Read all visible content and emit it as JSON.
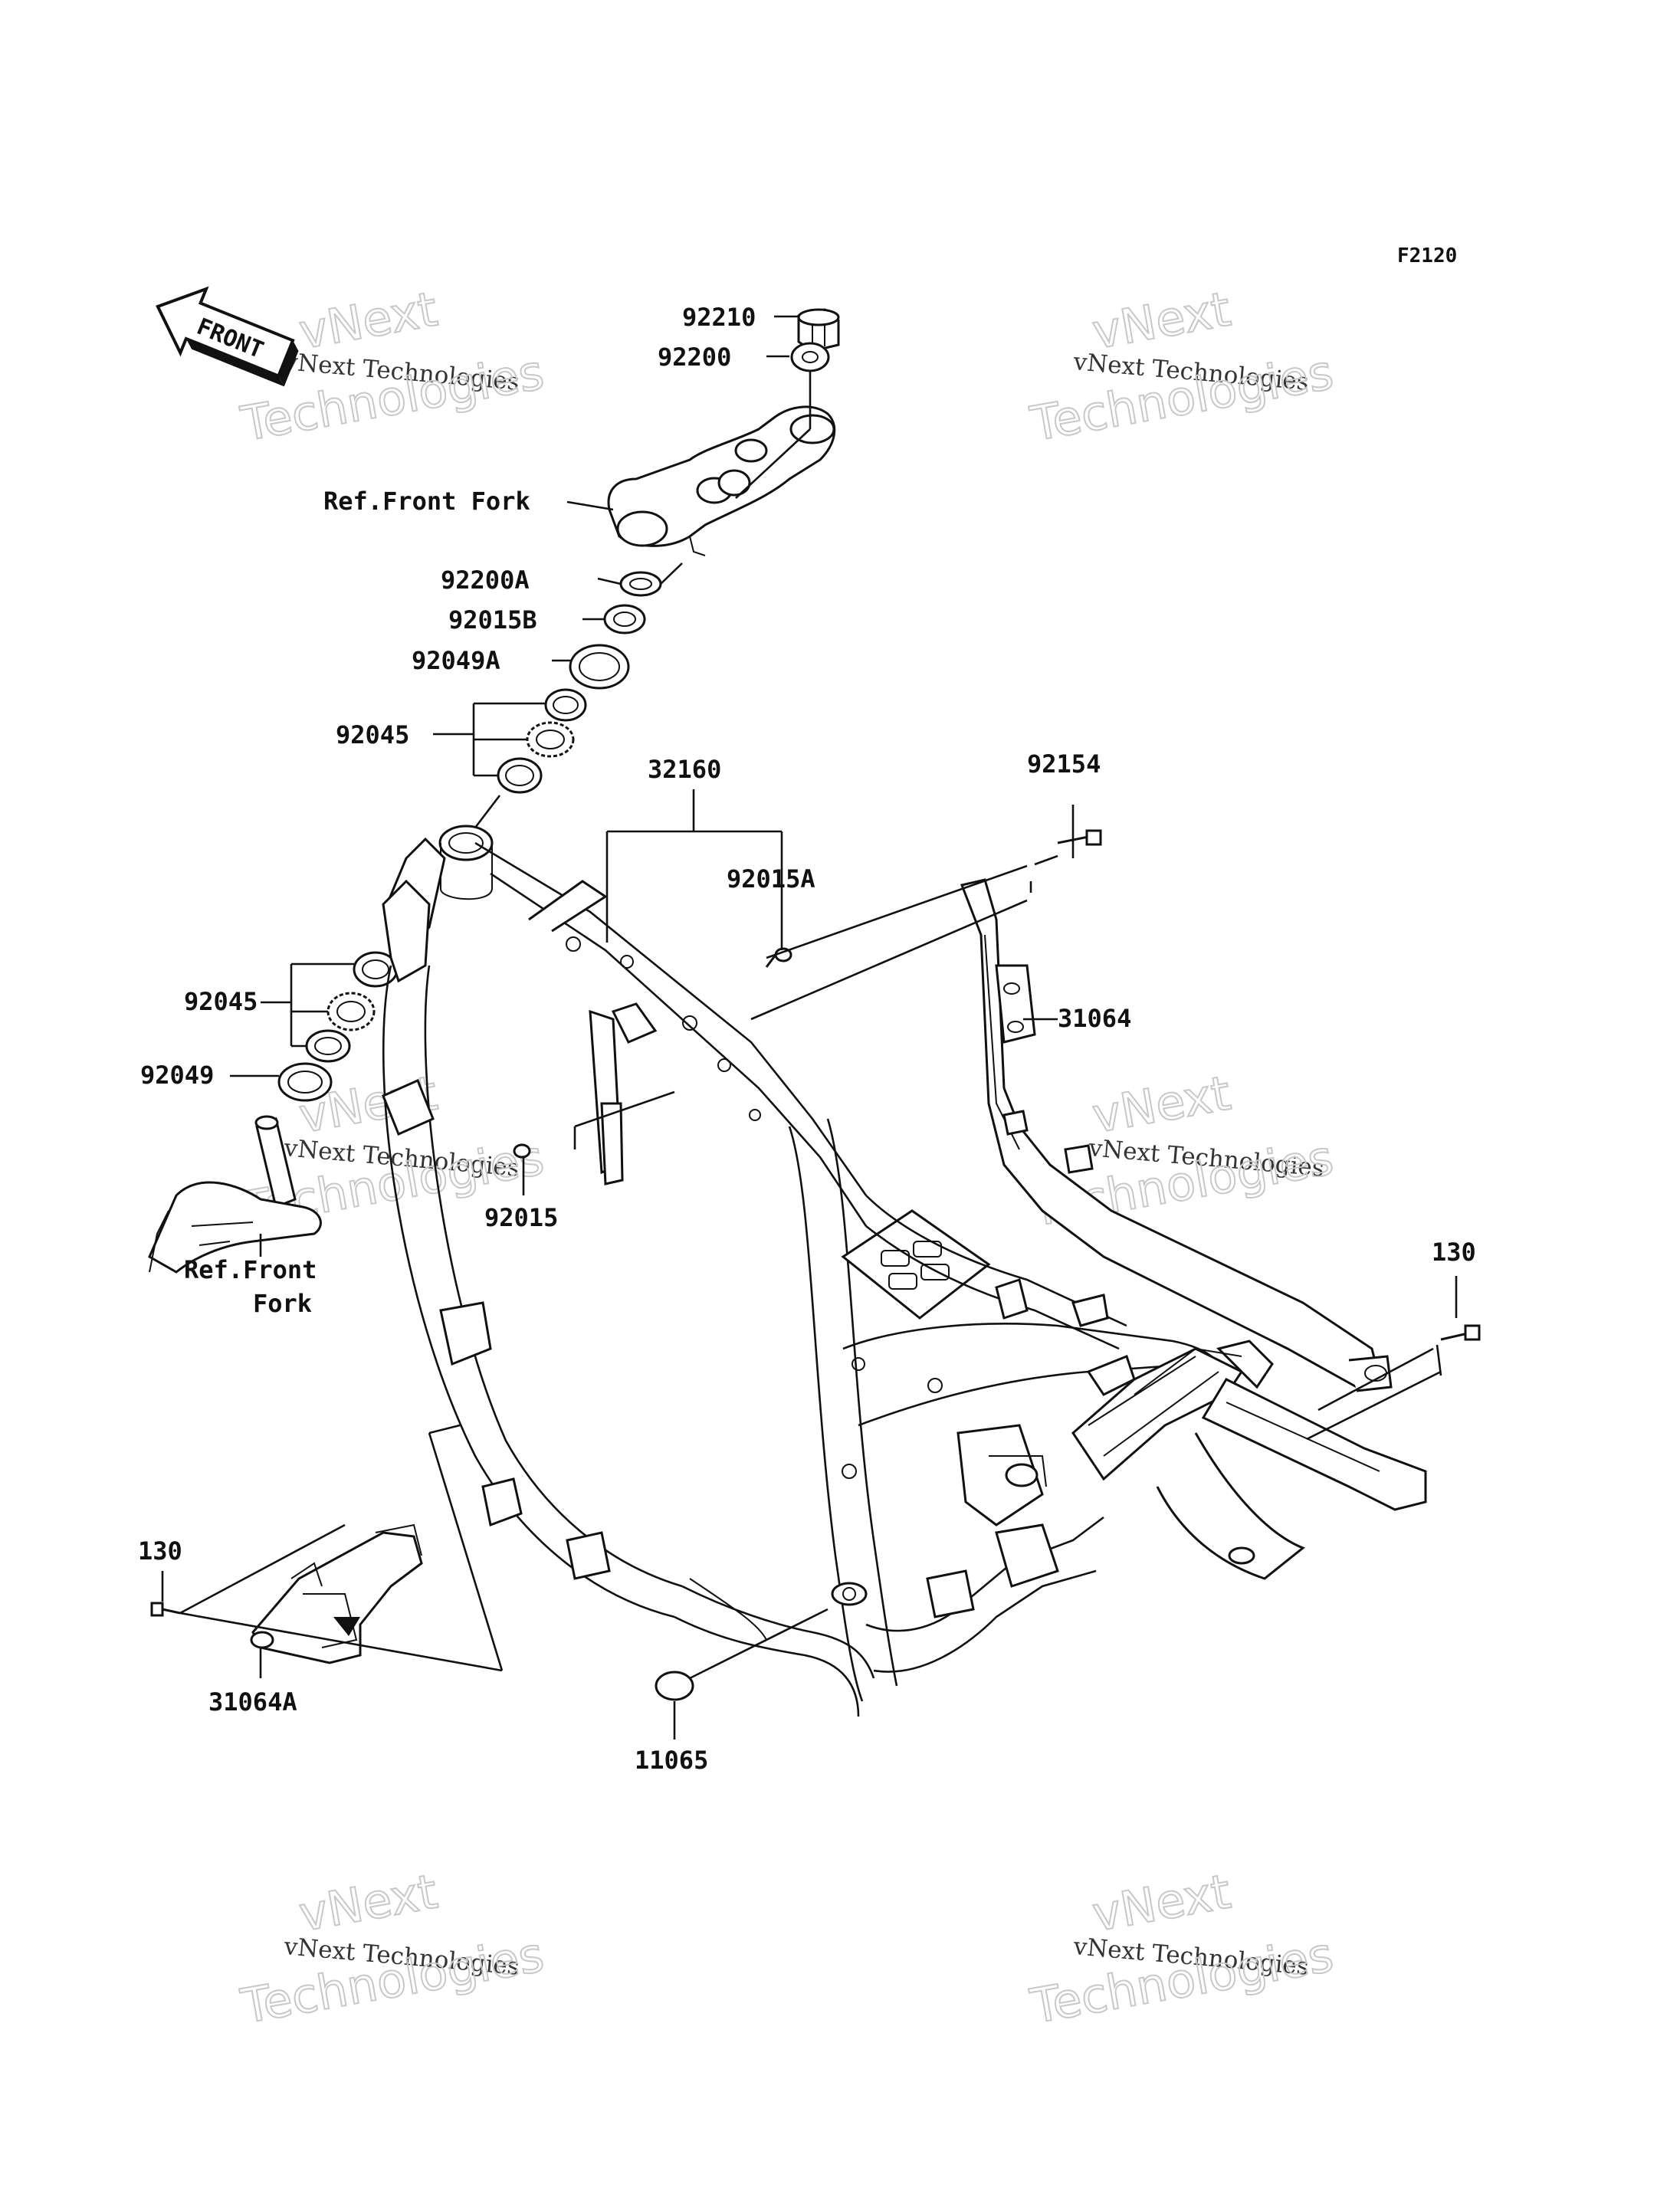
{
  "diagram": {
    "code": "F2120",
    "front_badge": "FRONT",
    "labels": {
      "p92210": "92210",
      "p92200": "92200",
      "ref_front_fork_top": "Ref.Front Fork",
      "p92200A": "92200A",
      "p92015B": "92015B",
      "p92049A": "92049A",
      "p92045_top": "92045",
      "p32160": "32160",
      "p92154": "92154",
      "p92015A": "92015A",
      "p31064": "31064",
      "p92045_low": "92045",
      "p92049": "92049",
      "p92015": "92015",
      "ref_front_fork_low_1": "Ref.Front",
      "ref_front_fork_low_2": "Fork",
      "p130_right": "130",
      "p130_left": "130",
      "p31064A": "31064A",
      "p11065": "11065"
    },
    "watermark": {
      "line1": "vNext",
      "line2": "vNext Technologies",
      "line3": "Technologies"
    }
  }
}
